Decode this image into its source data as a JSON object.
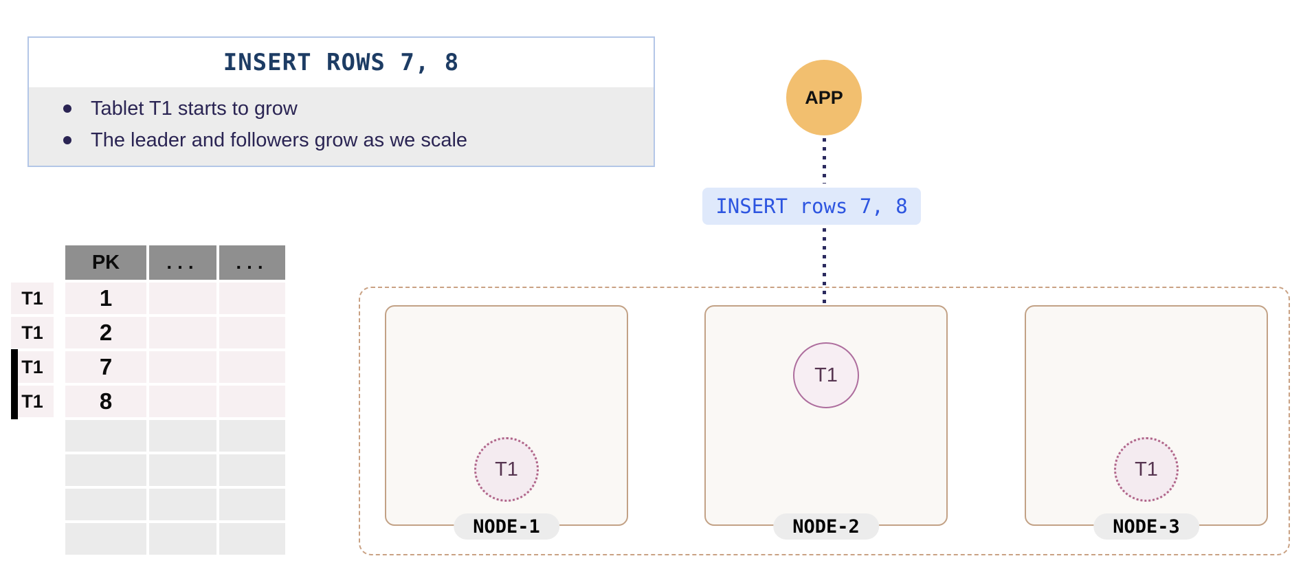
{
  "info_box": {
    "title": "INSERT ROWS 7, 8",
    "bullets": [
      "Tablet T1 starts to grow",
      "The leader and followers grow as we scale"
    ]
  },
  "table": {
    "headers": [
      "PK",
      "...",
      "..."
    ],
    "row_labels": [
      {
        "label": "T1",
        "new": false
      },
      {
        "label": "T1",
        "new": false
      },
      {
        "label": "T1",
        "new": true
      },
      {
        "label": "T1",
        "new": true
      }
    ],
    "rows": [
      [
        "1",
        "",
        ""
      ],
      [
        "2",
        "",
        ""
      ],
      [
        "7",
        "",
        ""
      ],
      [
        "8",
        "",
        ""
      ],
      [
        "",
        "",
        ""
      ],
      [
        "",
        "",
        ""
      ],
      [
        "",
        "",
        ""
      ],
      [
        "",
        "",
        ""
      ]
    ]
  },
  "app": {
    "label": "APP"
  },
  "request": {
    "label": "INSERT rows 7, 8"
  },
  "cluster": {
    "nodes": [
      {
        "name": "NODE-1",
        "tablet": {
          "label": "T1",
          "role": "follower"
        }
      },
      {
        "name": "NODE-2",
        "tablet": {
          "label": "T1",
          "role": "leader"
        }
      },
      {
        "name": "NODE-3",
        "tablet": {
          "label": "T1",
          "role": "follower"
        }
      }
    ]
  },
  "colors": {
    "info_border": "#b3c6e7",
    "info_title_text": "#1d3c64",
    "info_bullets_bg": "#ececec",
    "bullet_text": "#2a2453",
    "table_header_bg": "#8f8f8f",
    "table_row_bg": "#f7f0f2",
    "table_empty_bg": "#ebebeb",
    "new_row_marker": "#000000",
    "app_circle_bg": "#f2bf6f",
    "arrow": "#2b2a5e",
    "request_text": "#2d55e0",
    "request_bg": "#dfe9fb",
    "cluster_border": "#c9a183",
    "node_border": "#c2a185",
    "node_bg": "#faf8f5",
    "tablet_leader_border": "#ad6d9d",
    "tablet_follower_border": "#b06589",
    "tablet_bg": "#f6edf2",
    "tablet_text": "#563450",
    "node_pill_bg": "#ececec"
  }
}
